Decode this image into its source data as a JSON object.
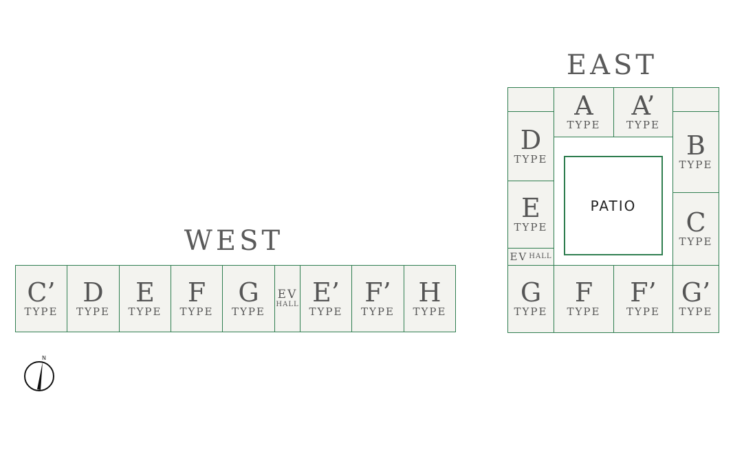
{
  "west": {
    "title": "WEST",
    "units": [
      {
        "letter": "C’",
        "type": "TYPE"
      },
      {
        "letter": "D",
        "type": "TYPE"
      },
      {
        "letter": "E",
        "type": "TYPE"
      },
      {
        "letter": "F",
        "type": "TYPE"
      },
      {
        "letter": "G",
        "type": "TYPE"
      },
      {
        "ev": "EV",
        "hall": "HALL"
      },
      {
        "letter": "E’",
        "type": "TYPE"
      },
      {
        "letter": "F’",
        "type": "TYPE"
      },
      {
        "letter": "H",
        "type": "TYPE"
      }
    ]
  },
  "east": {
    "title": "EAST",
    "patio": "PATIO",
    "units": {
      "a": {
        "letter": "A",
        "type": "TYPE"
      },
      "a2": {
        "letter": "A’",
        "type": "TYPE"
      },
      "b": {
        "letter": "B",
        "type": "TYPE"
      },
      "c": {
        "letter": "C",
        "type": "TYPE"
      },
      "d": {
        "letter": "D",
        "type": "TYPE"
      },
      "e": {
        "letter": "E",
        "type": "TYPE"
      },
      "ev": {
        "ev": "EV",
        "hall": "HALL"
      },
      "g": {
        "letter": "G",
        "type": "TYPE"
      },
      "f": {
        "letter": "F",
        "type": "TYPE"
      },
      "f2": {
        "letter": "F’",
        "type": "TYPE"
      },
      "g2": {
        "letter": "G’",
        "type": "TYPE"
      }
    }
  },
  "compass": {
    "north_label": "N"
  }
}
